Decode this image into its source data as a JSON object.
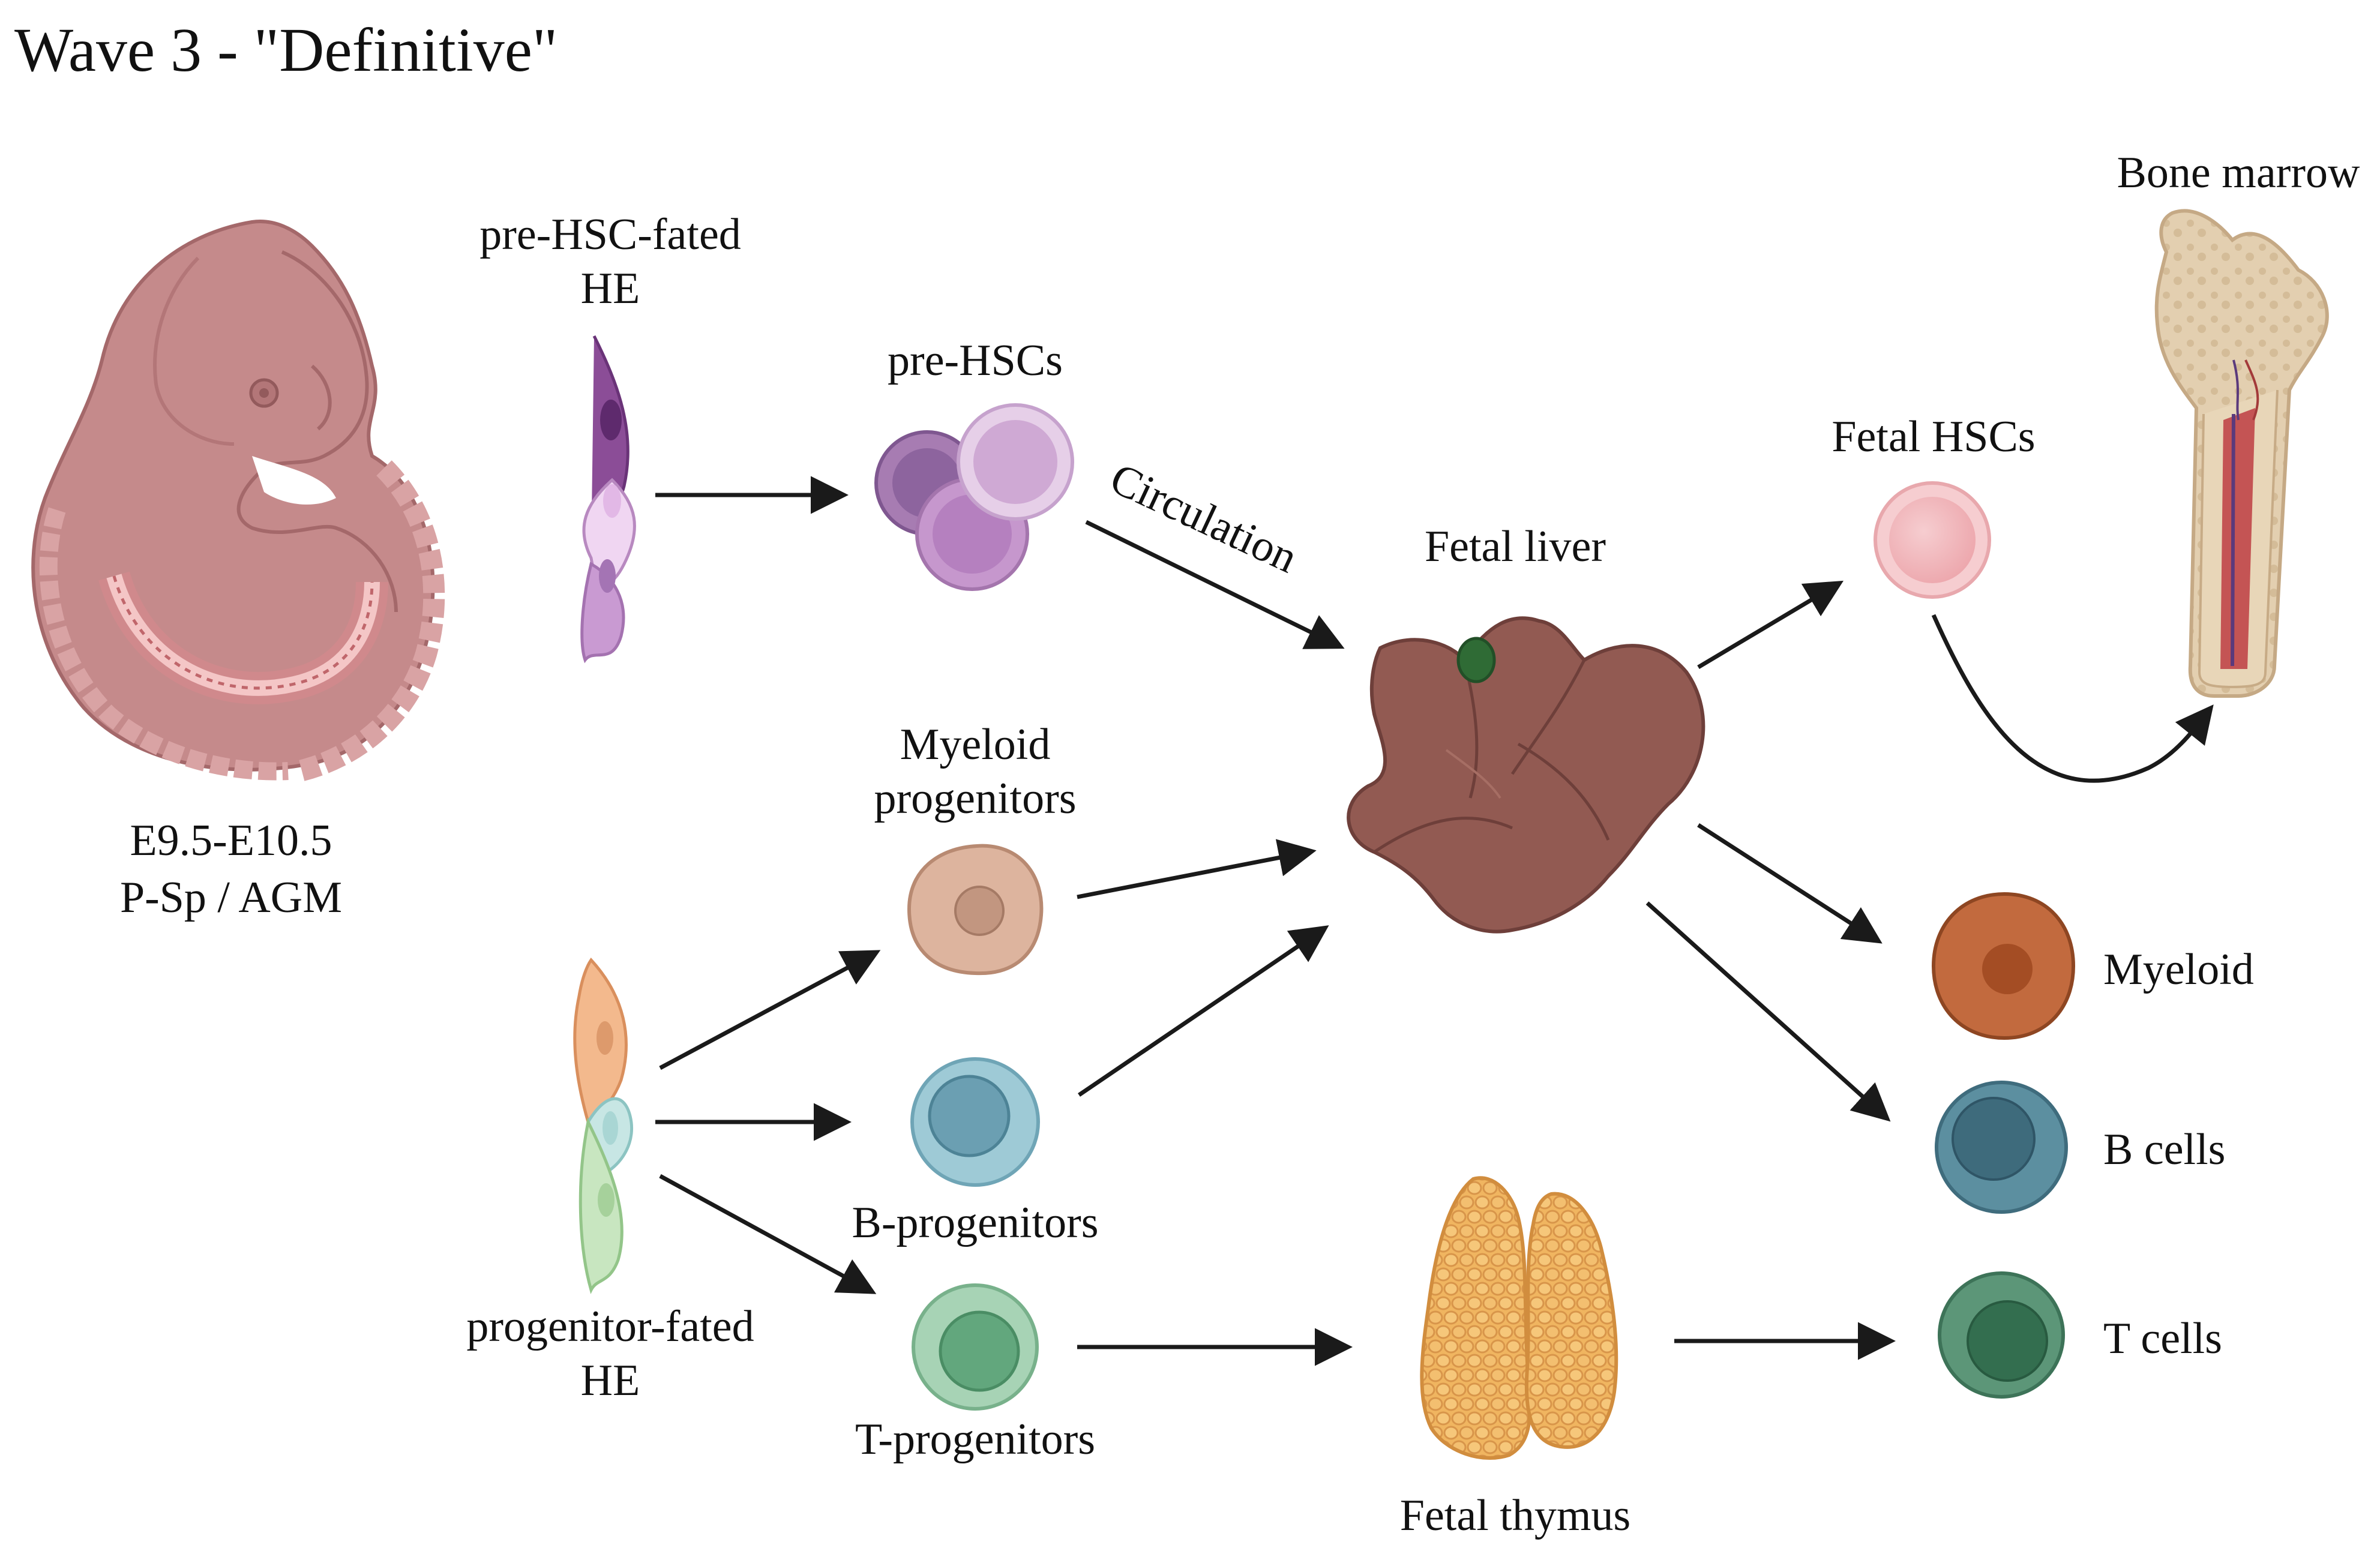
{
  "title": "Wave 3 - \"Definitive\"",
  "labels": {
    "embryo_line1": "E9.5-E10.5",
    "embryo_line2": "P-Sp / AGM",
    "prehsc_he_line1": "pre-HSC-fated",
    "prehsc_he_line2": "HE",
    "pre_hscs": "pre-HSCs",
    "circulation": "Circulation",
    "fetal_liver": "Fetal liver",
    "fetal_hscs": "Fetal HSCs",
    "bone_marrow": "Bone marrow",
    "myeloid_prog_line1": "Myeloid",
    "myeloid_prog_line2": "progenitors",
    "b_progenitors": "B-progenitors",
    "t_progenitors": "T-progenitors",
    "prog_he_line1": "progenitor-fated",
    "prog_he_line2": "HE",
    "fetal_thymus": "Fetal thymus",
    "myeloid": "Myeloid",
    "b_cells": "B cells",
    "t_cells": "T cells"
  },
  "colors": {
    "embryo": "#c58a8b",
    "embryo_dark": "#a4686a",
    "prehsc": "#a77cb2",
    "liver": "#925a52",
    "gallbladder": "#2f6b35",
    "fetal_hsc": "#f0b5b8",
    "bone": "#e6d3b6",
    "myeloid_prog": "#ddb49e",
    "b_prog": "#8ec3d1",
    "t_prog": "#93c7a6",
    "thymus": "#eeb05c",
    "myeloid": "#c26a3e",
    "b_cell": "#5c8fa0",
    "t_cell": "#5c9678",
    "arrow": "#1a1a1a"
  }
}
